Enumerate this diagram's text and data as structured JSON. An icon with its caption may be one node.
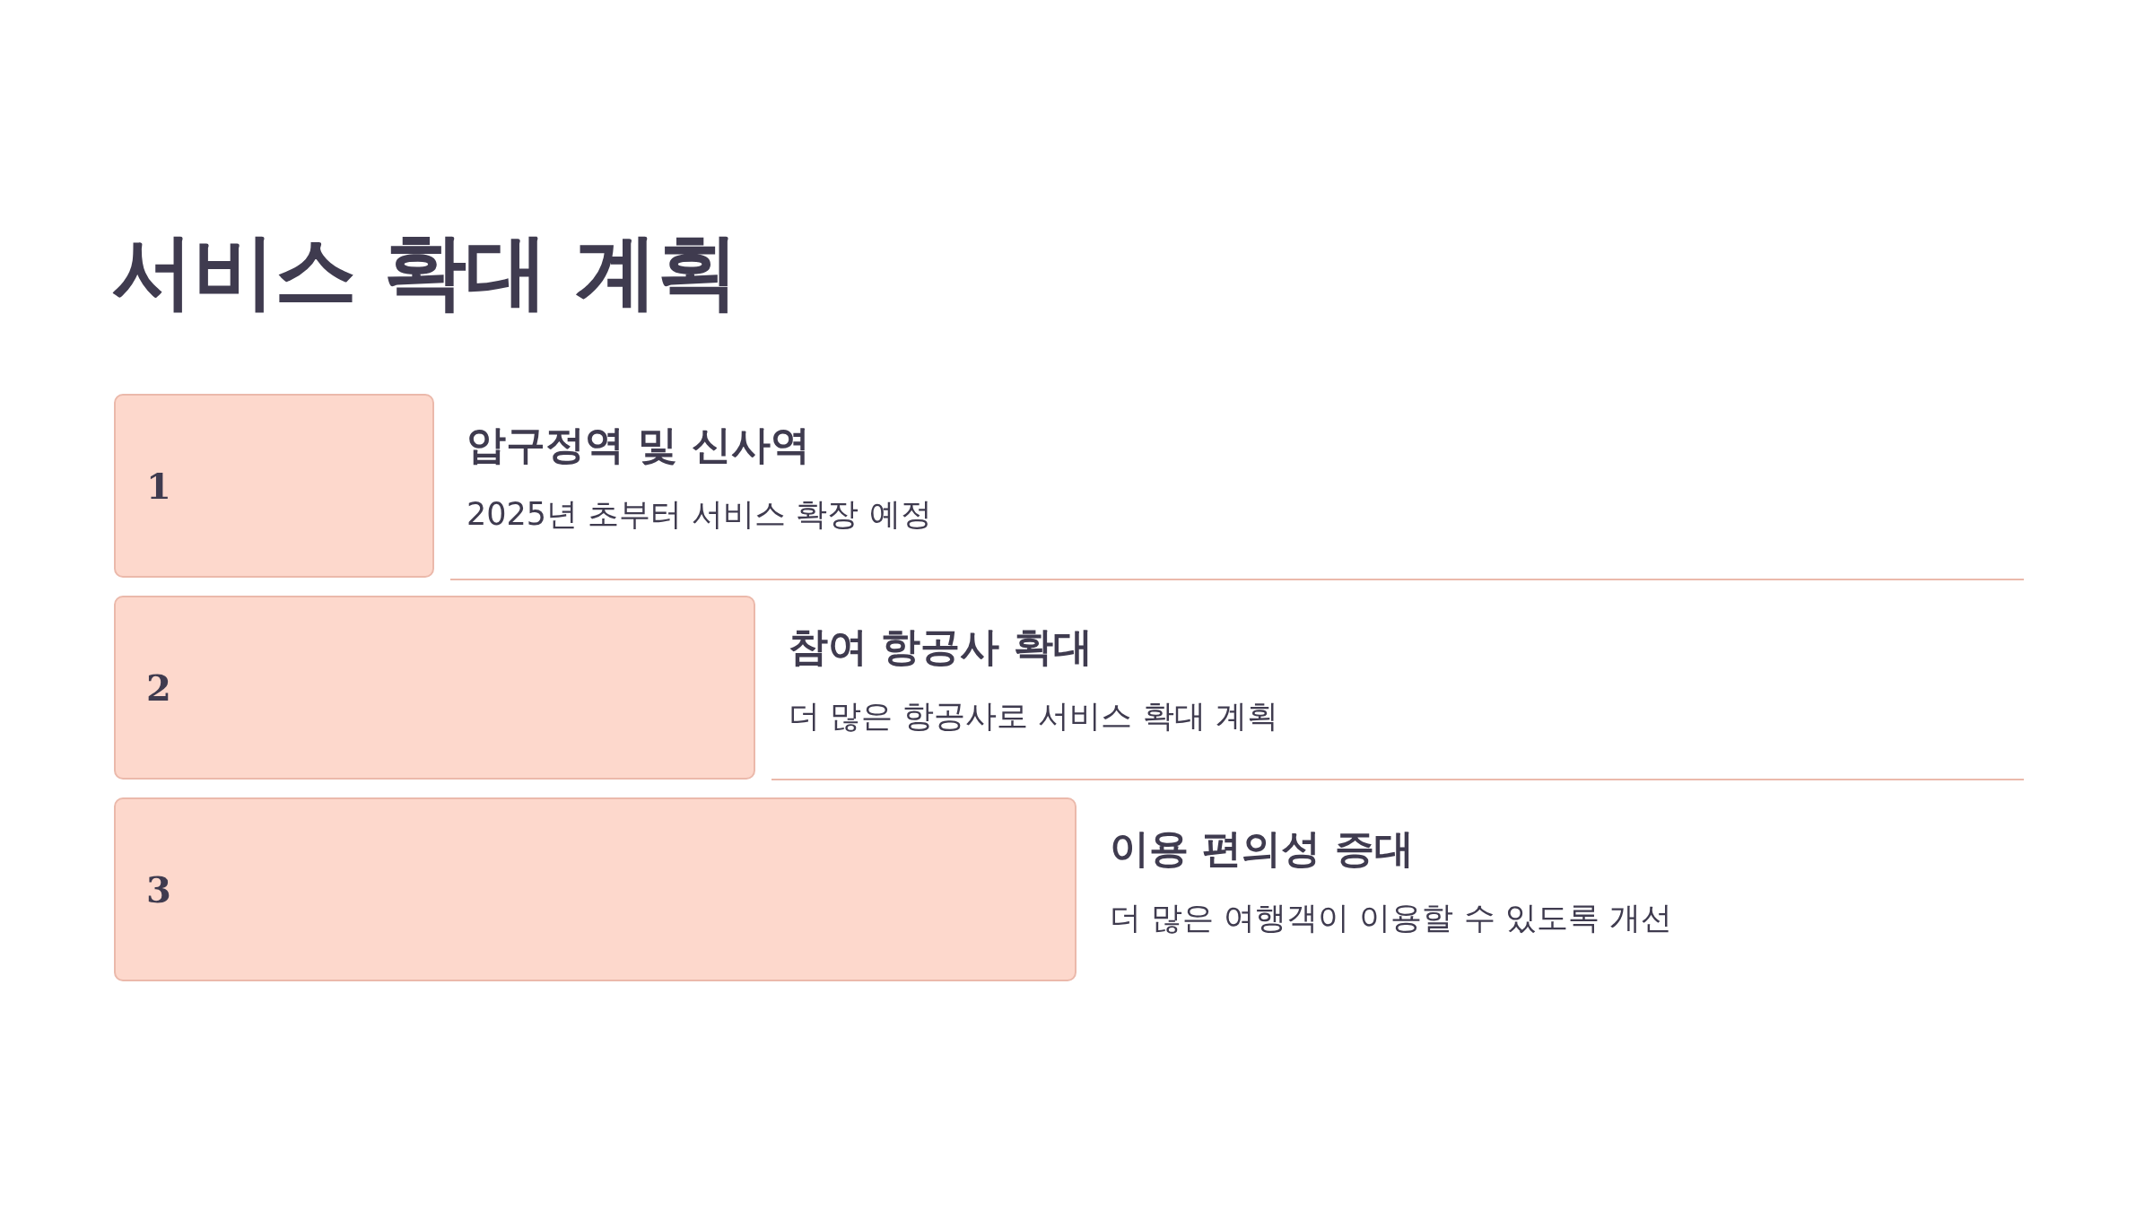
{
  "diagram": {
    "title": "서비스 확대 계획",
    "nodes": [
      {
        "text": [
          "1"
        ],
        "beside": [
          "압구정역 및 신사역",
          "2025년 초부터 서비스 확장 예정"
        ]
      },
      {
        "text": [
          "2"
        ],
        "beside": [
          "참여 항공사 확대",
          "더 많은 항공사로 서비스 확대 계획"
        ]
      },
      {
        "text": [
          "3"
        ],
        "beside": [
          "이용 편의성 증대",
          "더 많은 여행객이 이용할 수 있도록 개선"
        ]
      }
    ]
  }
}
